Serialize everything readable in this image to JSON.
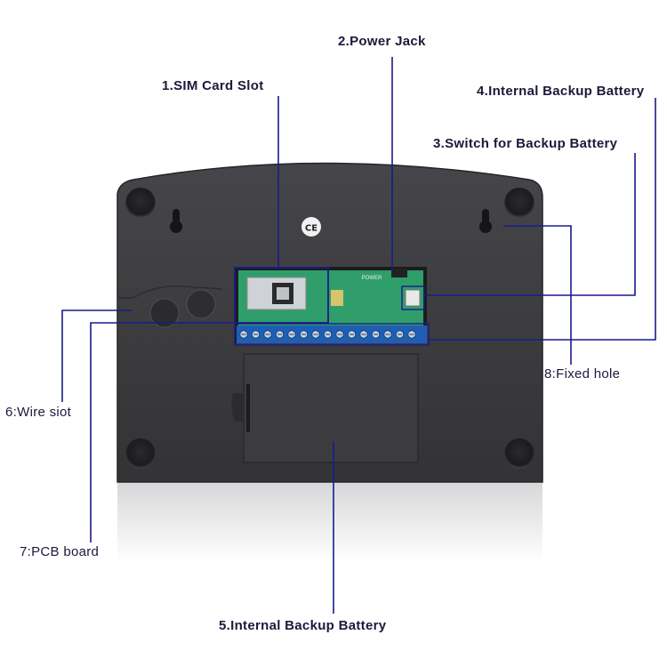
{
  "diagram": {
    "device": {
      "certification_mark": "CE",
      "pcb_silkscreen": "POWER"
    },
    "callouts": [
      {
        "id": "sim-card-slot",
        "text": "1.SIM Card Slot"
      },
      {
        "id": "power-jack",
        "text": "2.Power Jack"
      },
      {
        "id": "switch-backup-battery",
        "text": "3.Switch for Backup Battery"
      },
      {
        "id": "internal-backup-battery-top",
        "text": "4.Internal Backup Battery"
      },
      {
        "id": "internal-backup-battery-bottom",
        "text": "5.Internal Backup Battery"
      },
      {
        "id": "wire-slot",
        "text": "6:Wire siot"
      },
      {
        "id": "pcb-board",
        "text": "7:PCB board"
      },
      {
        "id": "fixed-hole",
        "text": "8:Fixed hole"
      }
    ],
    "colors": {
      "leader_line": "#1a1a8c",
      "device_body": "#3a3a3c",
      "pcb": "#2f9e6a",
      "terminal": "#1e5fb4"
    }
  }
}
